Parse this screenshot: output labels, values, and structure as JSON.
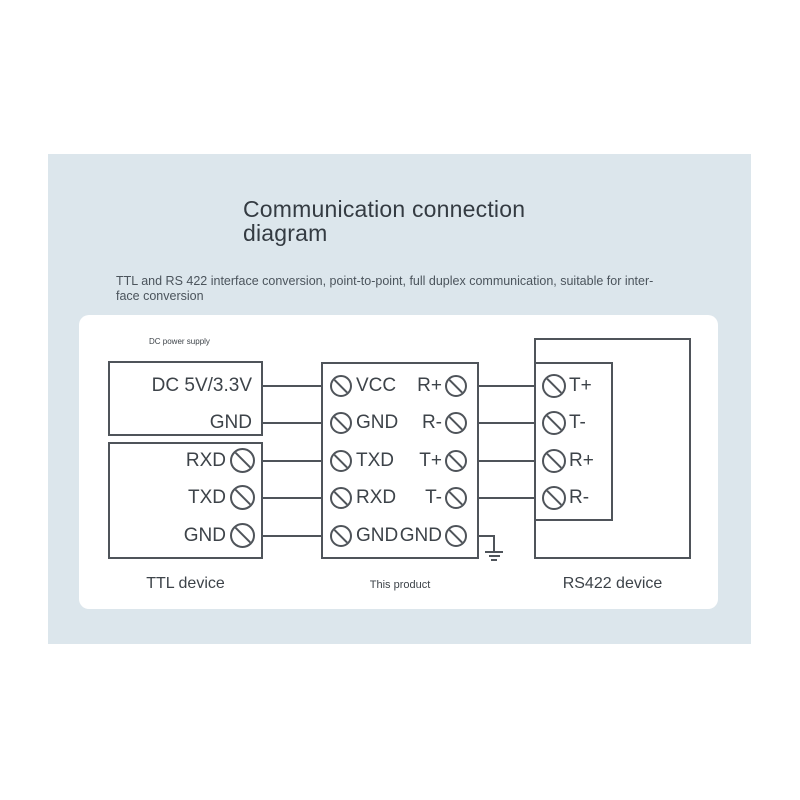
{
  "header": {
    "title_line1": "Communication connection",
    "title_line2": "diagram",
    "subtitle_line1": "TTL and RS 422 interface conversion, point-to-point, full duplex communication, suitable for inter-",
    "subtitle_line2": "face conversion"
  },
  "diagram": {
    "power_supply_note": "DC power supply",
    "power_box": {
      "pins": [
        "DC 5V/3.3V",
        "GND"
      ]
    },
    "ttl_box": {
      "pins": [
        "RXD",
        "TXD",
        "GND"
      ],
      "caption": "TTL device"
    },
    "product_box": {
      "left_pins": [
        "VCC",
        "GND",
        "TXD",
        "RXD",
        "GND"
      ],
      "right_pins": [
        "R+",
        "R-",
        "T+",
        "T-",
        "GND"
      ],
      "caption": "This product"
    },
    "rs422_box": {
      "pins": [
        "T+",
        "T-",
        "R+",
        "R-"
      ],
      "caption": "RS422 device"
    }
  },
  "colors": {
    "panel_bg": "#dce6ec",
    "card_bg": "#ffffff",
    "line": "#4f545a",
    "text": "#3d4349"
  }
}
